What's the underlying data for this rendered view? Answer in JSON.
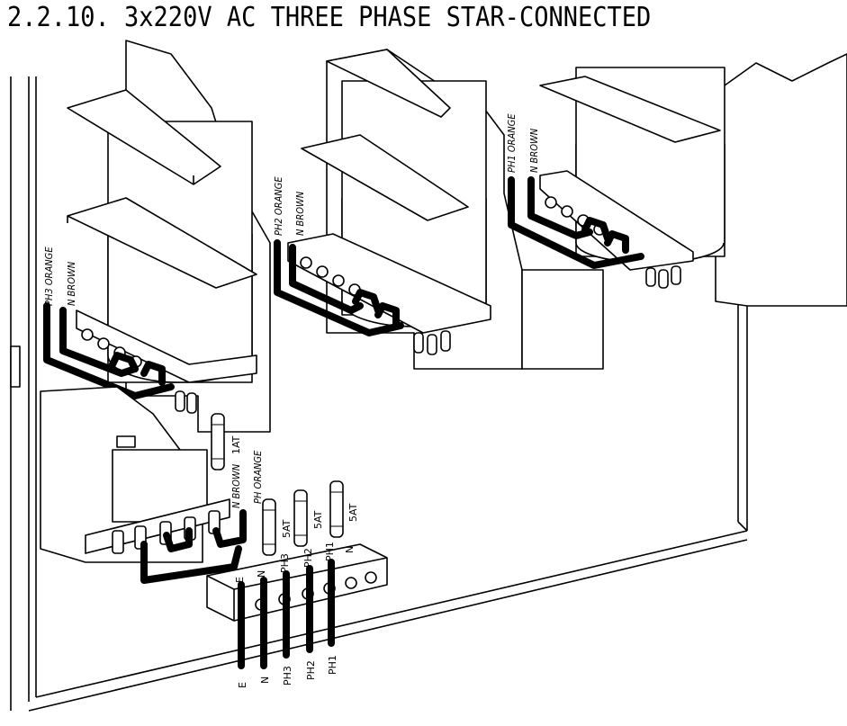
{
  "title": "2.2.10. 3x220V AC THREE PHASE STAR-CONNECTED",
  "transformers": [
    {
      "phase_label": "PH3 ORANGE",
      "neutral_label": "N  BROWN"
    },
    {
      "phase_label": "PH2 ORANGE",
      "neutral_label": "N  BROWN"
    },
    {
      "phase_label": "PH1 ORANGE",
      "neutral_label": "N  BROWN"
    }
  ],
  "small_transformer": {
    "neutral_label": "N BROWN",
    "phase_label": "PH ORANGE"
  },
  "fuses": [
    {
      "rating": "1AT"
    },
    {
      "rating": "5AT"
    },
    {
      "rating": "5AT"
    },
    {
      "rating": "5AT"
    }
  ],
  "terminal_block": {
    "top_labels": [
      "E",
      "N",
      "PH3",
      "PH2",
      "PH1",
      "N"
    ],
    "wire_labels": [
      "E",
      "N",
      "PH3",
      "PH2",
      "PH1"
    ]
  }
}
